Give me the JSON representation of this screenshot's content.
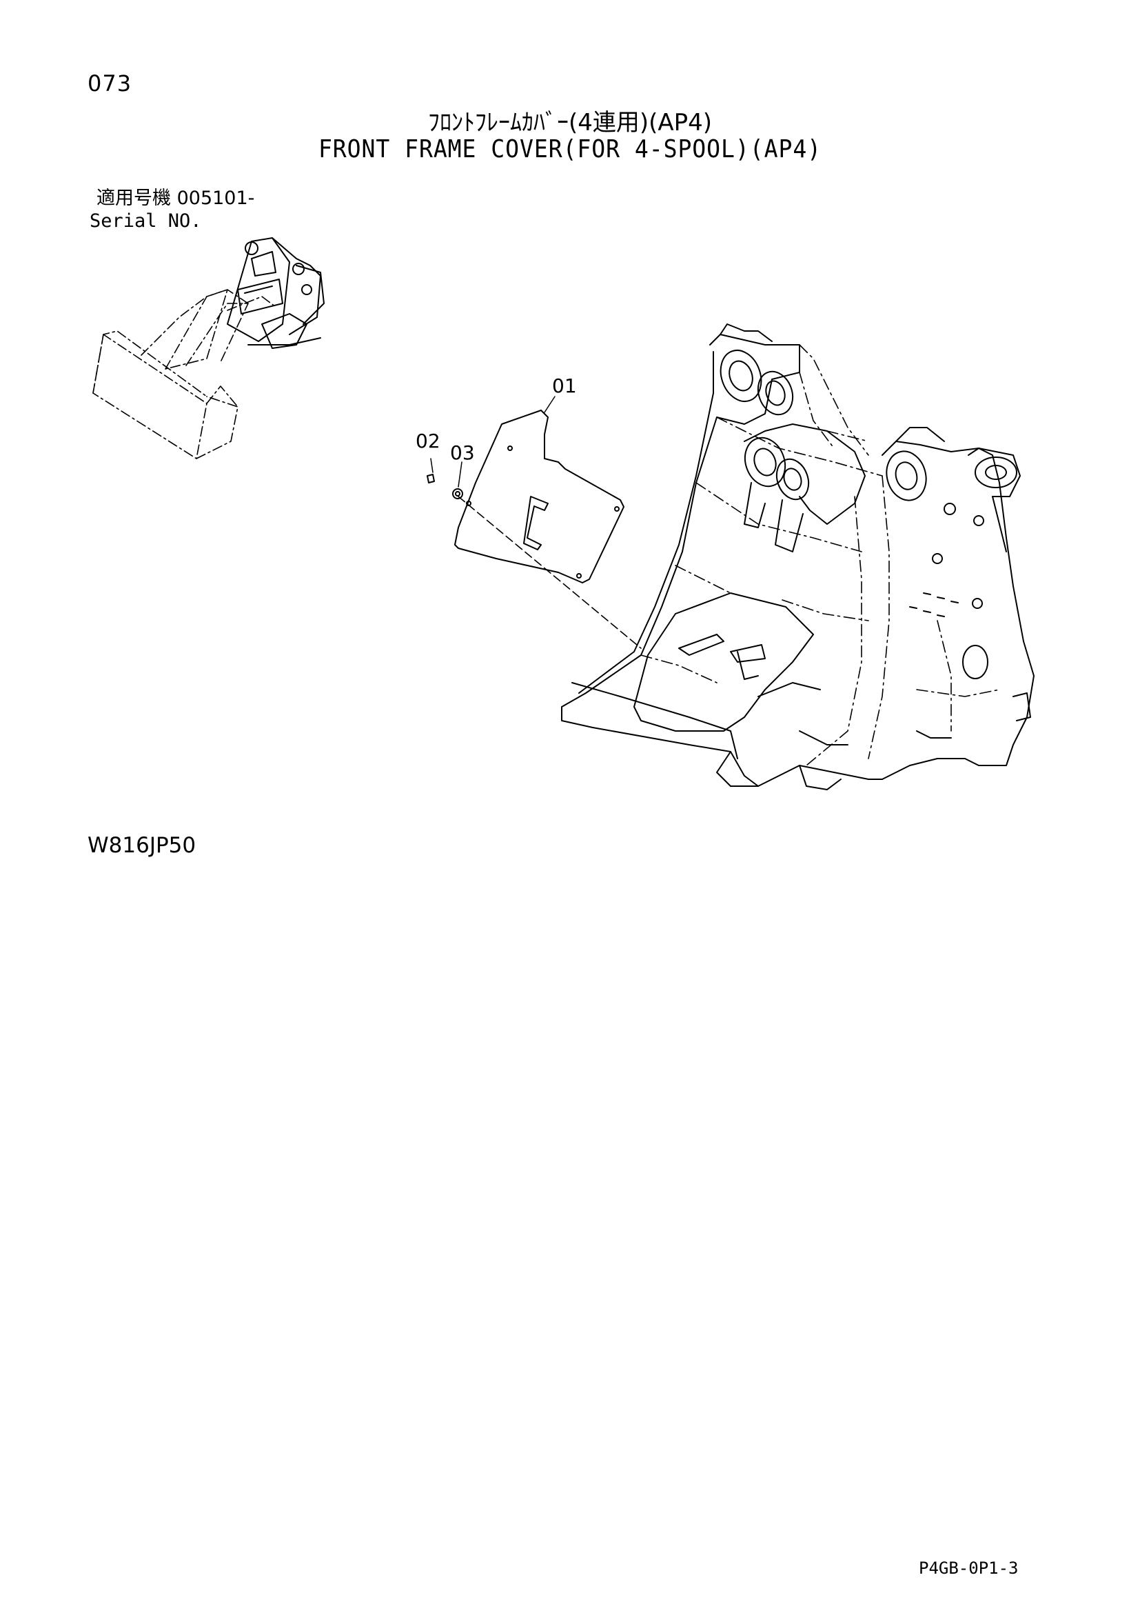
{
  "page_number": "073",
  "title_jp": "ﾌﾛﾝﾄﾌﾚｰﾑｶﾊﾞｰ(4連用)(AP4)",
  "title_en": "FRONT FRAME COVER(FOR 4-SPOOL)(AP4)",
  "serial": {
    "label_jp": "適用号機",
    "number": "005101-",
    "label_en": "Serial NO."
  },
  "callouts": [
    "01",
    "02",
    "03"
  ],
  "figure_code": "W816JP50",
  "page_code": "P4GB-0P1-3"
}
